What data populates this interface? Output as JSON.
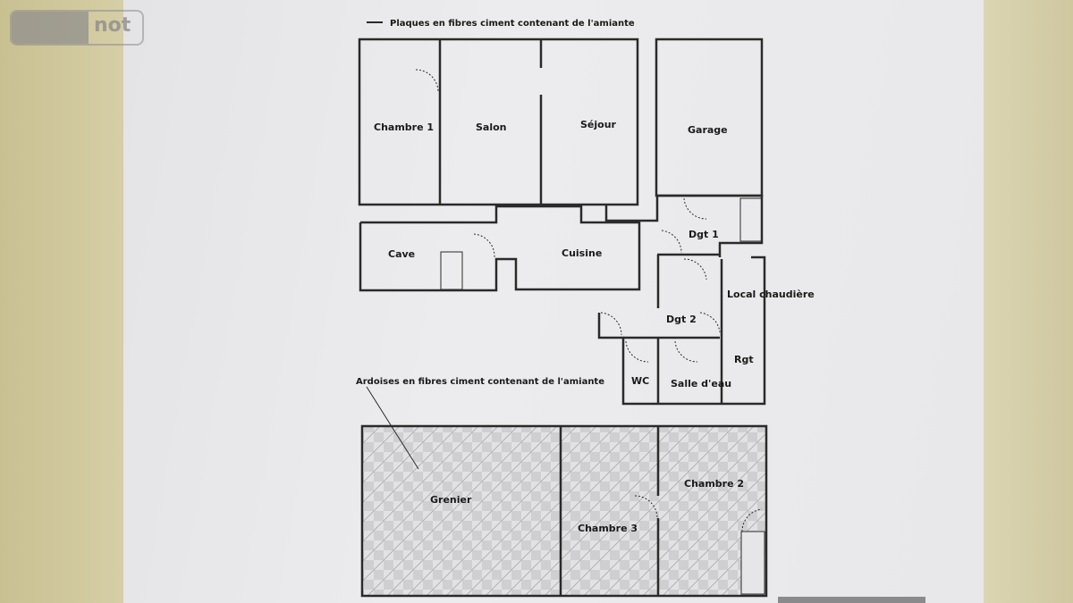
{
  "watermark": {
    "text": "not"
  },
  "legend": {
    "plaques": "Plaques en fibres ciment contenant de l'amiante",
    "ardoises": "Ardoises en fibres ciment contenant de l'amiante"
  },
  "rooms": {
    "chambre1": "Chambre 1",
    "salon": "Salon",
    "sejour": "Séjour",
    "garage": "Garage",
    "cave": "Cave",
    "cuisine": "Cuisine",
    "dgt1": "Dgt 1",
    "dgt2": "Dgt 2",
    "local": "Local chaudière",
    "rgt": "Rgt",
    "wc": "WC",
    "salle": "Salle d'eau",
    "grenier": "Grenier",
    "chambre2": "Chambre 2",
    "chambre3": "Chambre 3"
  }
}
